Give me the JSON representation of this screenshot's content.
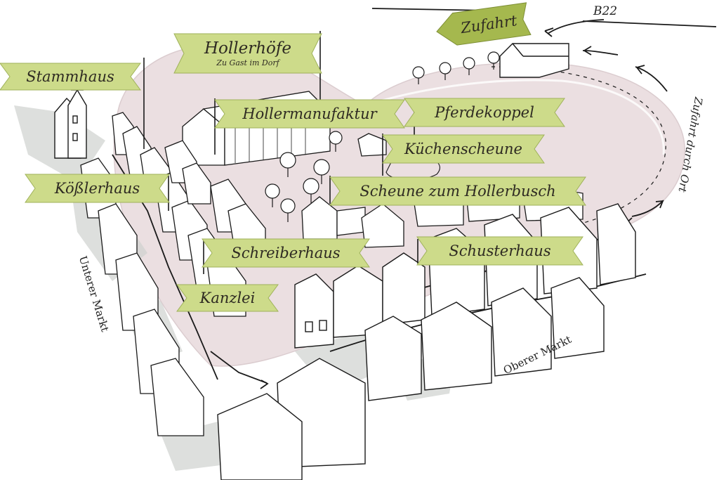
{
  "colors": {
    "banner_fill": "#cddb8a",
    "banner_stroke": "#9fb25a",
    "banner_text": "#2e2a22",
    "heart_fill": "#e8dadc",
    "sketch_line": "#1a1a1a",
    "shadow": "#cfd2cf"
  },
  "labels": {
    "stammhaus": "Stammhaus",
    "hollerhoefe": "Hollerhöfe",
    "hollerhoefe_sub": "Zu Gast im Dorf",
    "hollermanufaktur": "Hollermanufaktur",
    "pferdekoppel": "Pferdekoppel",
    "kuechenscheune": "Küchenscheune",
    "koesslerhaus": "Kößlerhaus",
    "scheune_hollerbusch": "Scheune zum Hollerbusch",
    "schreiberhaus": "Schreiberhaus",
    "schusterhaus": "Schusterhaus",
    "kanzlei": "Kanzlei",
    "zufahrt": "Zufahrt"
  },
  "roads": {
    "b22": "B22",
    "zufahrt_durch_ort": "Zufahrt durch Ort",
    "unterer_markt": "Unterer Markt",
    "oberer_markt": "Oberer Markt"
  }
}
